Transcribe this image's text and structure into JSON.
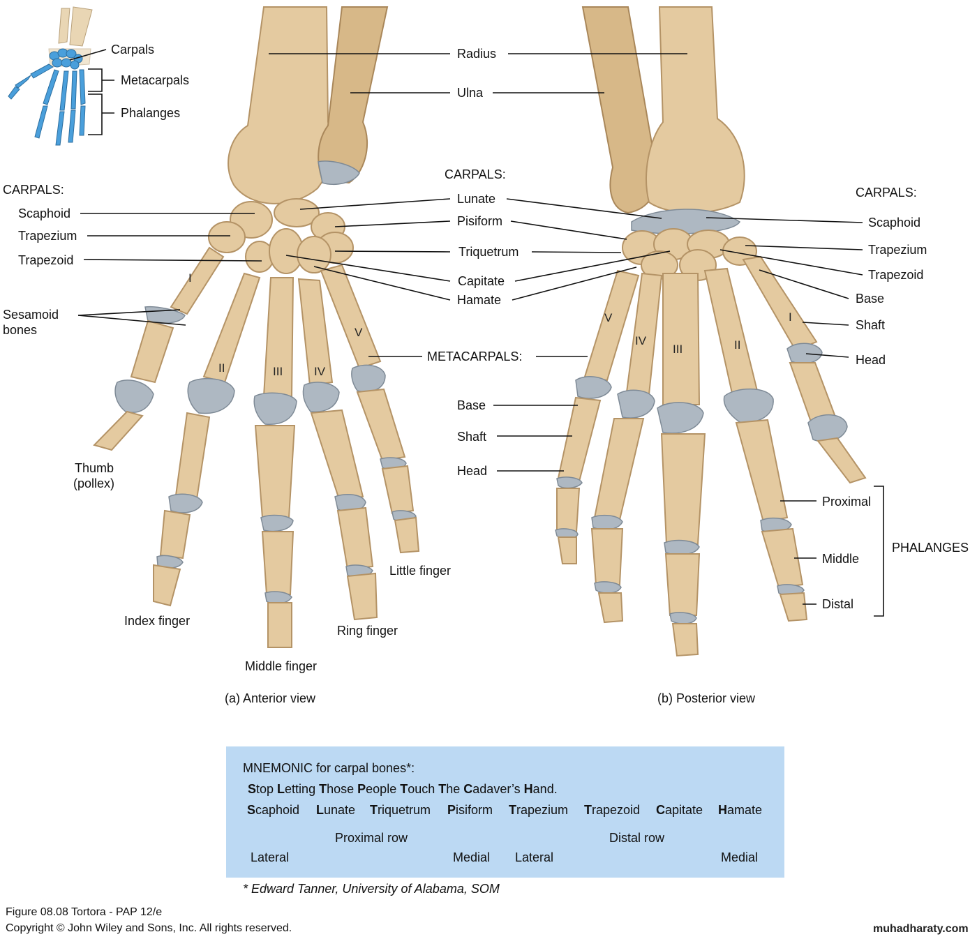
{
  "inset": {
    "carpals": "Carpals",
    "metacarpals": "Metacarpals",
    "phalanges": "Phalanges"
  },
  "anterior": {
    "radius": "Radius",
    "ulna": "Ulna",
    "carpals_heading_left": "CARPALS:",
    "carpals_heading_center": "CARPALS:",
    "scaphoid": "Scaphoid",
    "trapezium": "Trapezium",
    "trapezoid": "Trapezoid",
    "sesamoid_line1": "Sesamoid",
    "sesamoid_line2": "bones",
    "lunate": "Lunate",
    "pisiform": "Pisiform",
    "triquetrum": "Triquetrum",
    "capitate": "Capitate",
    "hamate": "Hamate",
    "metacarpals_heading": "METACARPALS:",
    "thumb_line1": "Thumb",
    "thumb_line2": "(pollex)",
    "index_finger": "Index finger",
    "middle_finger": "Middle finger",
    "ring_finger": "Ring finger",
    "little_finger": "Little finger",
    "caption": "(a) Anterior view",
    "numerals": [
      "I",
      "II",
      "III",
      "IV",
      "V"
    ]
  },
  "posterior": {
    "carpals_heading": "CARPALS:",
    "scaphoid": "Scaphoid",
    "trapezium": "Trapezium",
    "trapezoid": "Trapezoid",
    "base_right": "Base",
    "shaft_right": "Shaft",
    "head_right": "Head",
    "base_left": "Base",
    "shaft_left": "Shaft",
    "head_left": "Head",
    "proximal": "Proximal",
    "middle": "Middle",
    "distal": "Distal",
    "phalanges_heading": "PHALANGES",
    "caption": "(b) Posterior view",
    "numerals": [
      "V",
      "IV",
      "III",
      "II",
      "I"
    ]
  },
  "mnemonic": {
    "title": "MNEMONIC for carpal bones*:",
    "sentence": [
      {
        "initial": "S",
        "rest": "top "
      },
      {
        "initial": "L",
        "rest": "etting "
      },
      {
        "initial": "T",
        "rest": "hose "
      },
      {
        "initial": "P",
        "rest": "eople "
      },
      {
        "initial": "T",
        "rest": "ouch "
      },
      {
        "initial": "T",
        "rest": "he "
      },
      {
        "initial": "C",
        "rest": "adaver’s "
      },
      {
        "initial": "H",
        "rest": "and."
      }
    ],
    "bones": [
      {
        "initial": "S",
        "rest": "caphoid"
      },
      {
        "initial": "L",
        "rest": "unate"
      },
      {
        "initial": "T",
        "rest": "riquetrum"
      },
      {
        "initial": "P",
        "rest": "isiform"
      },
      {
        "initial": "T",
        "rest": "rapezium"
      },
      {
        "initial": "T",
        "rest": "rapezoid"
      },
      {
        "initial": "C",
        "rest": "apitate"
      },
      {
        "initial": "H",
        "rest": "amate"
      }
    ],
    "proximal_row": "Proximal row",
    "distal_row": "Distal row",
    "lateral_1": "Lateral",
    "medial_1": "Medial",
    "lateral_2": "Lateral",
    "medial_2": "Medial",
    "box_color": "#bcd9f3"
  },
  "footnote": "* Edward Tanner, University of Alabama, SOM",
  "figure_credit": "Figure 08.08  Tortora - PAP 12/e",
  "copyright": "Copyright © John Wiley and Sons, Inc. All rights reserved.",
  "watermark": "muhadharaty.com",
  "colors": {
    "bone": "#e4caa0",
    "cartilage": "#aeb8c2",
    "inset_highlight": "#4a9fdb"
  }
}
